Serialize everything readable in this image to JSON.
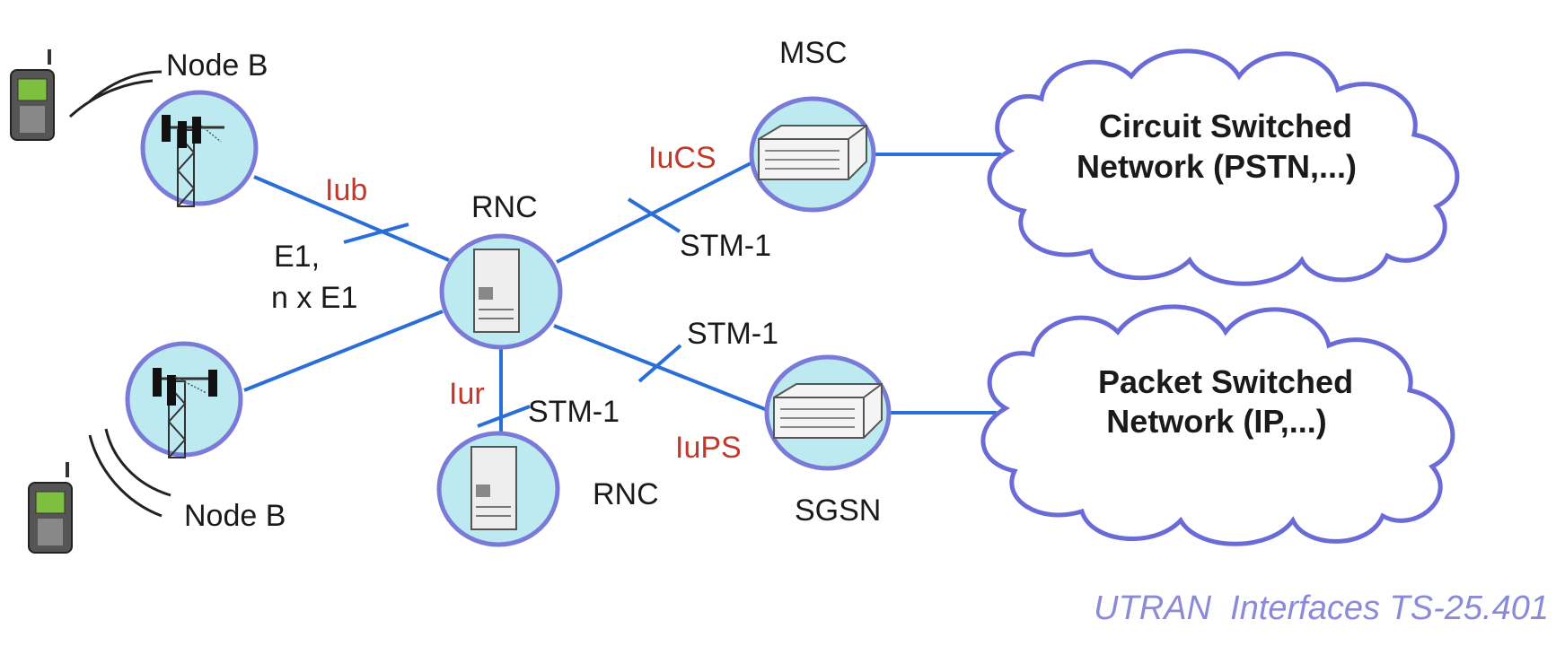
{
  "nodes": {
    "node_b_top": "Node B",
    "node_b_bottom": "Node B",
    "rnc_main": "RNC",
    "rnc_second": "RNC",
    "msc": "MSC",
    "sgsn": "SGSN"
  },
  "interfaces": {
    "iub": "Iub",
    "iucs": "IuCS",
    "iur": "Iur",
    "iups": "IuPS"
  },
  "link_labels": {
    "e1_line1": "E1,",
    "e1_line2": "n x E1",
    "stm1_iucs": "STM-1",
    "stm1_iups": "STM-1",
    "stm1_iur": "STM-1"
  },
  "clouds": {
    "circuit_line1": "Circuit Switched",
    "circuit_line2": "Network (PSTN,...)",
    "packet_line1": "Packet Switched",
    "packet_line2": "Network (IP,...)"
  },
  "caption": "UTRAN  Interfaces TS-25.401",
  "colors": {
    "link": "#2a6fd6",
    "interface_label": "#c0392b",
    "node_fill": "#bde9f0",
    "node_border": "#7a7ad8",
    "cloud_border": "#6b6bd8",
    "caption": "#8a8ad8"
  }
}
